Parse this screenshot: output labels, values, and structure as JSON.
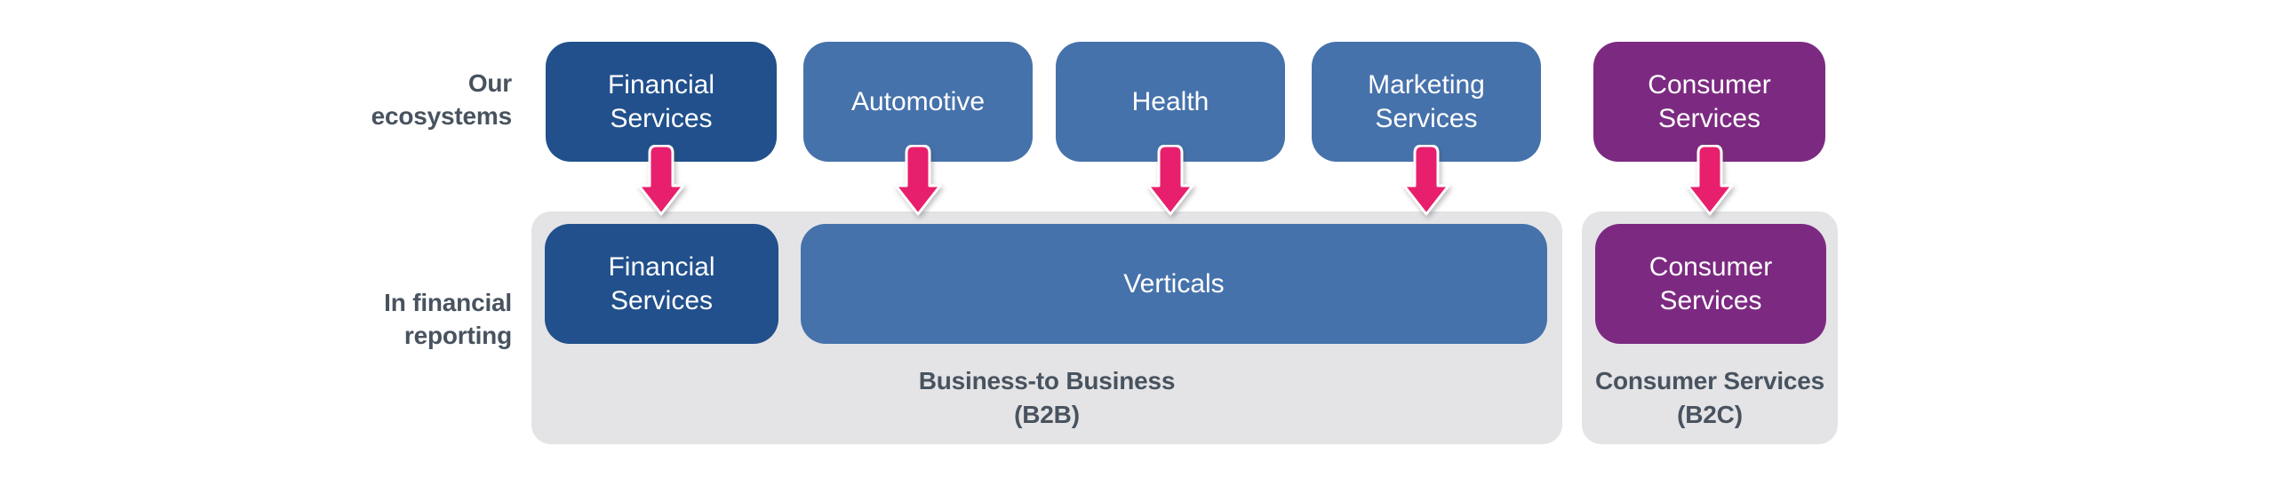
{
  "diagram": {
    "row_labels": {
      "ecosystems": {
        "line1": "Our",
        "line2": "ecosystems"
      },
      "reporting": {
        "line1": "In financial",
        "line2": "reporting"
      }
    },
    "ecosystems_row": {
      "boxes": [
        {
          "label": "Financial Services",
          "color": "dark_blue"
        },
        {
          "label": "Automotive",
          "color": "medium_blue"
        },
        {
          "label": "Health",
          "color": "medium_blue"
        },
        {
          "label": "Marketing Services",
          "color": "medium_blue"
        },
        {
          "label": "Consumer Services",
          "color": "purple"
        }
      ]
    },
    "reporting_row": {
      "b2b": {
        "boxes": [
          {
            "label": "Financial Services",
            "color": "dark_blue"
          },
          {
            "label": "Verticals",
            "color": "medium_blue"
          }
        ],
        "caption": {
          "line1": "Business-to Business",
          "line2": "(B2B)"
        }
      },
      "b2c": {
        "boxes": [
          {
            "label": "Consumer Services",
            "color": "purple"
          }
        ],
        "caption": {
          "line1": "Consumer Services",
          "line2": "(B2C)"
        }
      }
    }
  },
  "colors": {
    "dark_blue": "#21508c",
    "medium_blue": "#4672ab",
    "purple": "#7c2a81",
    "arrow_pink": "#e81f6d",
    "group_background": "#e4e4e6",
    "caption_text": "#48535f",
    "box_text": "#ffffff",
    "page_background": "#ffffff"
  }
}
